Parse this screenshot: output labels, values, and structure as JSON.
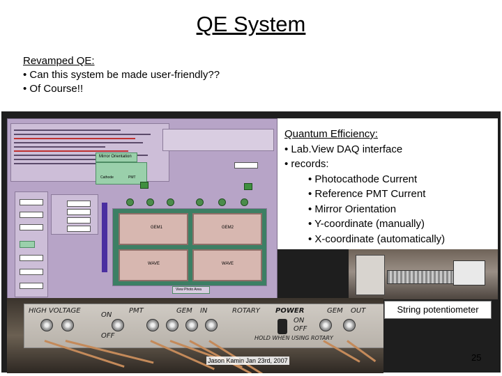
{
  "slide": {
    "title": "QE System",
    "intro_heading": "Revamped QE:",
    "intro_bullets": [
      "• Can this system be made user-friendly??",
      "• Of Course!!"
    ],
    "qe_heading": "Quantum Efficiency:",
    "qe_bullets": [
      "• Lab.View DAQ interface",
      "• records:"
    ],
    "qe_sub_bullets": [
      "• Photocathode Current",
      "• Reference PMT Current",
      "• Mirror Orientation",
      "• Y-coordinate (manually)",
      "• X-coordinate (automatically)"
    ],
    "photo_caption": "String potentiometer",
    "footer": "Jason Kamin Jan 23rd, 2007",
    "page_number": "25"
  },
  "labview_panel": {
    "mirror_button": "Mirror Orientation",
    "cathode_label": "Cathode",
    "pmt_label": "PMT",
    "gem1_label": "GEM1",
    "gem2_label": "GEM2",
    "wave_label_1": "WAVE",
    "wave_label_2": "WAVE",
    "view_photo_button": "View Photo Area",
    "colors": {
      "panel_bg": "#b7a4c7",
      "button_green": "#9ad0ab",
      "button_pink": "#d7b7b0",
      "led_green": "#3f8f3f"
    }
  },
  "hardware_photo": {
    "labels": [
      "HIGH VOLTAGE",
      "ON",
      "OFF",
      "PMT",
      "GEM",
      "IN",
      "ROTARY",
      "POWER",
      "ON",
      "OFF",
      "GEM",
      "OUT",
      "HOLD WHEN USING ROTARY"
    ]
  }
}
